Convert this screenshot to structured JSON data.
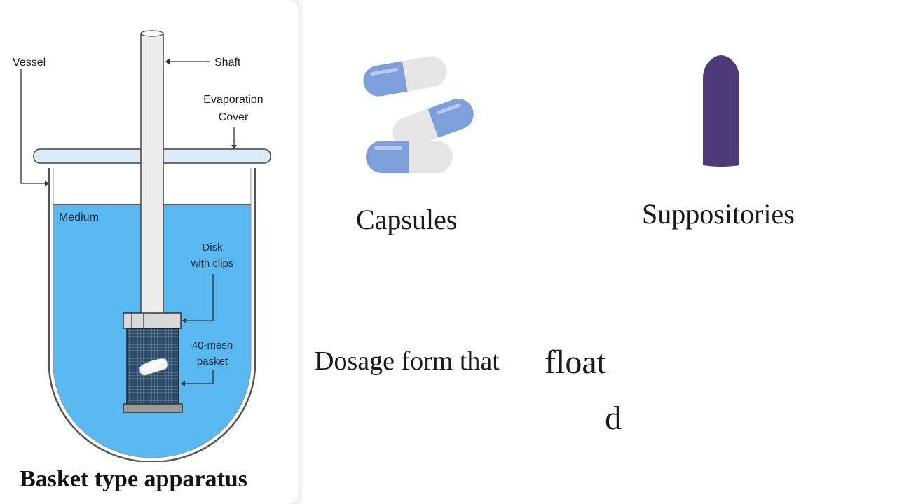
{
  "diagram": {
    "title": "Basket type apparatus",
    "labels": {
      "vessel": "Vessel",
      "shaft": "Shaft",
      "evaporation_cover_1": "Evaporation",
      "evaporation_cover_2": "Cover",
      "medium": "Medium",
      "disk_1": "Disk",
      "disk_2": "with clips",
      "mesh_1": "40-mesh",
      "mesh_2": "basket"
    },
    "colors": {
      "medium": "#5ab8f0",
      "suppository": "#4f3a78",
      "capsule_blue": "#7f9fdb",
      "capsule_white": "#e6e6e6"
    }
  },
  "right": {
    "capsules_label": "Capsules",
    "suppositories_label": "Suppositories",
    "dosage_text": "Dosage form that",
    "float_text": "float",
    "d_text": "d"
  }
}
